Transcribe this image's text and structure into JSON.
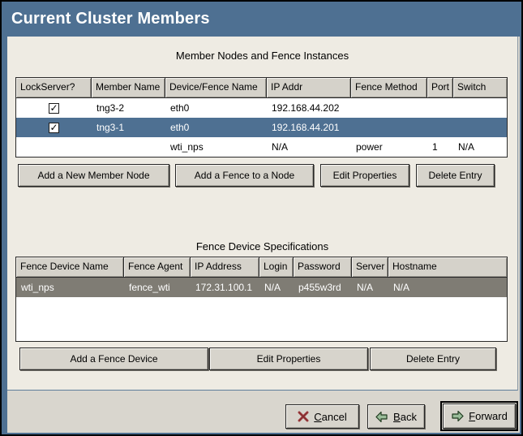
{
  "window": {
    "title": "Current Cluster Members"
  },
  "colors": {
    "header_bg": "#4e7092",
    "selected_row_active_bg": "#4e7092",
    "selected_row_inactive_bg": "#7f7c74",
    "panel_bg": "#eeebe3",
    "dialog_bg": "#d9d6ce",
    "table_header_bg": "#d5d2ca",
    "cancel_icon_color": "#a03c3e",
    "arrow_icon_fill": "#9abd9a",
    "arrow_icon_outline": "#1e3a1e"
  },
  "icons": {
    "checkbox_check": "✓"
  },
  "members": {
    "section_title": "Member Nodes and Fence Instances",
    "columns": [
      "LockServer?",
      "Member Name",
      "Device/Fence Name",
      "IP Addr",
      "Fence Method",
      "Port",
      "Switch"
    ],
    "rows": [
      {
        "lockserver": "checked",
        "member_name": "tng3-2",
        "device_fence_name": "eth0",
        "ip_addr": "192.168.44.202",
        "fence_method": "",
        "port": "",
        "switch": "",
        "selected": false
      },
      {
        "lockserver": "checked",
        "member_name": "tng3-1",
        "device_fence_name": "eth0",
        "ip_addr": "192.168.44.201",
        "fence_method": "",
        "port": "",
        "switch": "",
        "selected": true
      },
      {
        "lockserver": "none",
        "member_name": "",
        "device_fence_name": "wti_nps",
        "ip_addr": "N/A",
        "fence_method": "power",
        "port": "1",
        "switch": "N/A",
        "selected": false
      }
    ],
    "buttons": [
      "Add a New Member Node",
      "Add a Fence to a Node",
      "Edit Properties",
      "Delete Entry"
    ]
  },
  "fence": {
    "section_title": "Fence Device Specifications",
    "columns": [
      "Fence Device Name",
      "Fence Agent",
      "IP Address",
      "Login",
      "Password",
      "Server",
      "Hostname"
    ],
    "rows": [
      {
        "fence_device_name": "wti_nps",
        "fence_agent": "fence_wti",
        "ip_address": "172.31.100.1",
        "login": "N/A",
        "password": "p455w3rd",
        "server": "N/A",
        "hostname": "N/A",
        "selected": true
      }
    ],
    "buttons": [
      "Add a Fence Device",
      "Edit Properties",
      "Delete Entry"
    ]
  },
  "footer": {
    "cancel": {
      "mnemonic": "C",
      "rest": "ancel"
    },
    "back": {
      "mnemonic": "B",
      "rest": "ack"
    },
    "forward": {
      "mnemonic": "F",
      "rest": "orward"
    }
  }
}
